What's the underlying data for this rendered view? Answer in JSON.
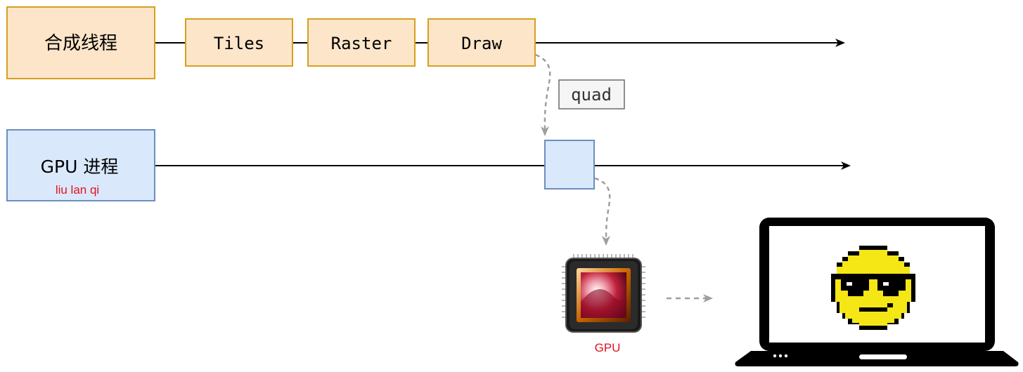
{
  "compositor": {
    "label": "合成线程",
    "stages": [
      "Tiles",
      "Raster",
      "Draw"
    ]
  },
  "gpu_process": {
    "label": "GPU 进程",
    "sublabel": "liu lan qi"
  },
  "quad_label": "quad",
  "gpu_chip_label": "GPU",
  "colors": {
    "orange_fill": "#fce5c8",
    "orange_stroke": "#d6a021",
    "blue_fill": "#dae8fc",
    "blue_stroke": "#6c8ebf",
    "red_text": "#e0141e",
    "dashed_gray": "#9e9e9e",
    "smiley_yellow": "#f5e616"
  },
  "icons": [
    "gpu-chip-icon",
    "laptop-icon",
    "sunglasses-smiley-icon"
  ]
}
